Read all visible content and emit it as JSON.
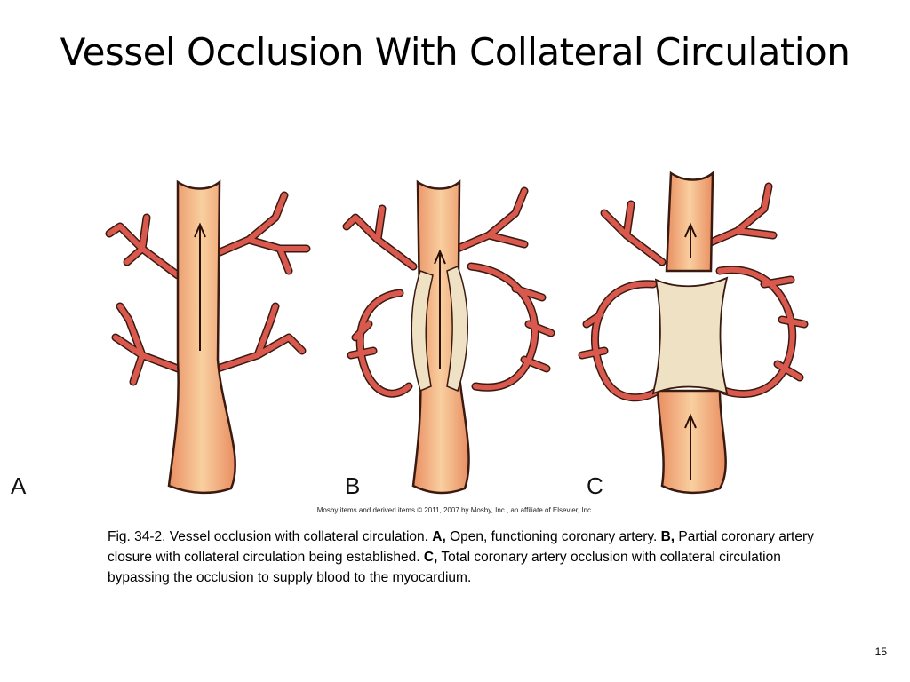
{
  "title": "Vessel Occlusion With Collateral Circulation",
  "panels": [
    {
      "letter": "A"
    },
    {
      "letter": "B"
    },
    {
      "letter": "C"
    }
  ],
  "copyright": "Mosby items and derived items © 2011, 2007 by Mosby, Inc., an affiliate of Elsevier, Inc.",
  "caption": {
    "lead": "Fig. 34-2. Vessel occlusion with collateral circulation. ",
    "a_label": "A,",
    "a_text": " Open, functioning coronary artery. ",
    "b_label": "B,",
    "b_text": " Partial coronary artery closure with collateral circulation being established. ",
    "c_label": "C,",
    "c_text": " Total coronary artery occlusion with collateral circulation bypassing the occlusion to supply blood to the myocardium."
  },
  "slide_number": "15",
  "colors": {
    "artery_fill": "#f3b07e",
    "artery_highlight": "#f9cf9f",
    "artery_outline": "#3a1a10",
    "branch": "#d9594e",
    "plaque": "#efe2c4"
  }
}
